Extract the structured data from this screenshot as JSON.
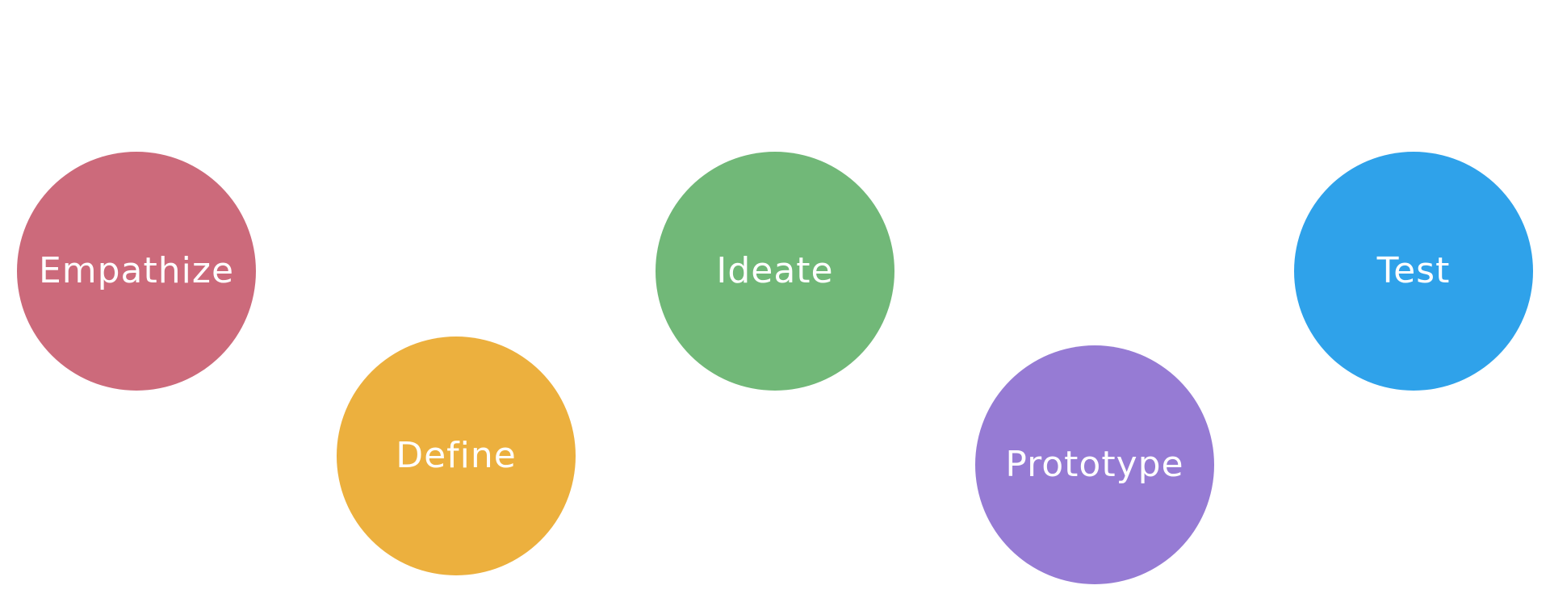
{
  "stages": [
    {
      "label": "Empathize",
      "color": "#cc6a7b"
    },
    {
      "label": "Define",
      "color": "#ecb03e"
    },
    {
      "label": "Ideate",
      "color": "#71b878"
    },
    {
      "label": "Prototype",
      "color": "#967bd4"
    },
    {
      "label": "Test",
      "color": "#2fa2ea"
    }
  ]
}
